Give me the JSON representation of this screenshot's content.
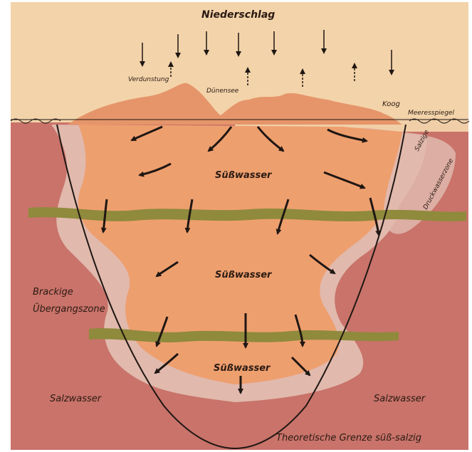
{
  "labels": {
    "niederschlag": "Niederschlag",
    "verdunstung": "Verdunstung",
    "duenensee": "Dünensee",
    "koog": "Koog",
    "meeresspiegel": "Meeresspiegel",
    "suesswasser_1": "Süßwasser",
    "suesswasser_2": "Süßwasser",
    "suesswasser_3": "Süßwasser",
    "salzige_line1": "Salzige",
    "salzige_line2": "Druckwasserzone",
    "brackige_line1": "Brackige",
    "brackige_line2": "Übergangszone",
    "salzwasser_left": "Salzwasser",
    "salzwasser_right": "Salzwasser",
    "grenze": "Theoretische Grenze süß-salzig"
  },
  "colors": {
    "sky": "#f3d3aa",
    "salt_ground": "#c9736a",
    "brackish": "#e1b9ad",
    "fresh": "#ee9f6e",
    "dune": "#e6956a",
    "clay_layer": "#8f8a3c",
    "line": "#1f1713"
  }
}
